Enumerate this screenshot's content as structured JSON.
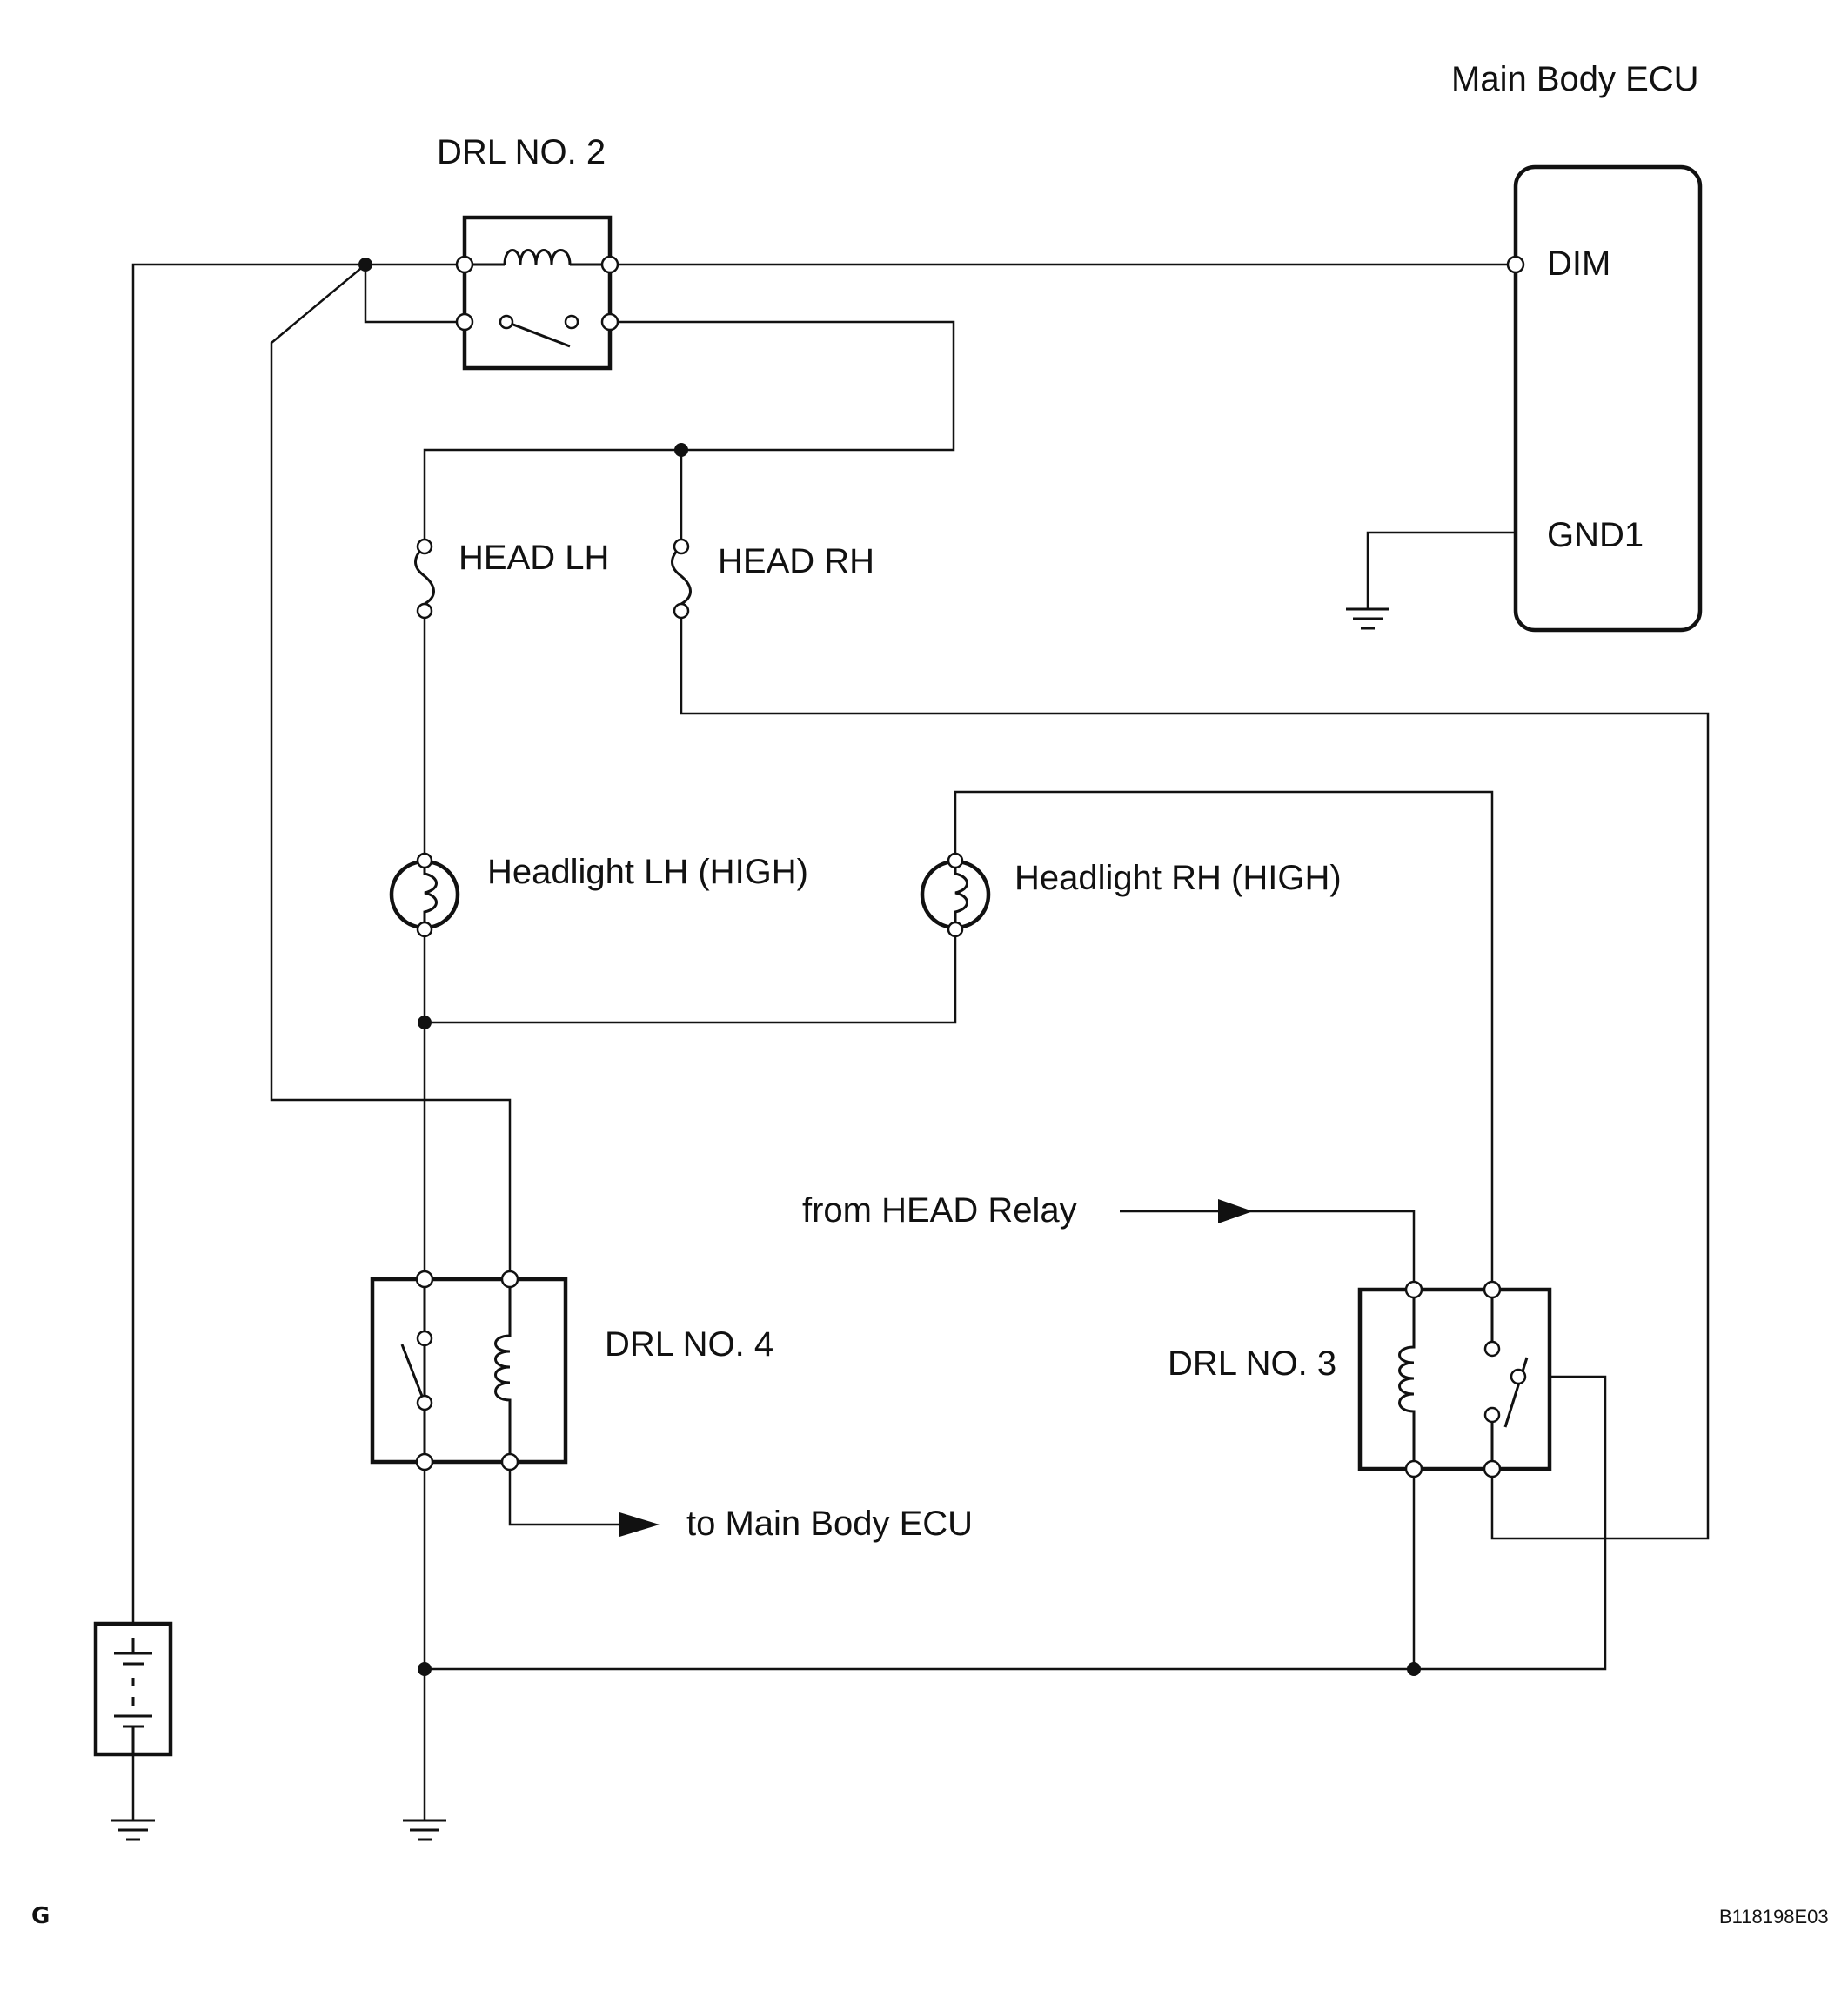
{
  "labels": {
    "main_body_ecu": "Main Body ECU",
    "drl_no2": "DRL NO. 2",
    "dim": "DIM",
    "gnd1": "GND1",
    "head_lh": "HEAD LH",
    "head_rh": "HEAD RH",
    "headlight_lh_high": "Headlight LH (HIGH)",
    "headlight_rh_high": "Headlight RH (HIGH)",
    "from_head_relay": "from HEAD Relay",
    "drl_no4": "DRL NO. 4",
    "drl_no3": "DRL NO. 3",
    "to_main_body_ecu": "to Main Body ECU",
    "corner_code": "G",
    "figure_id": "B118198E03"
  }
}
